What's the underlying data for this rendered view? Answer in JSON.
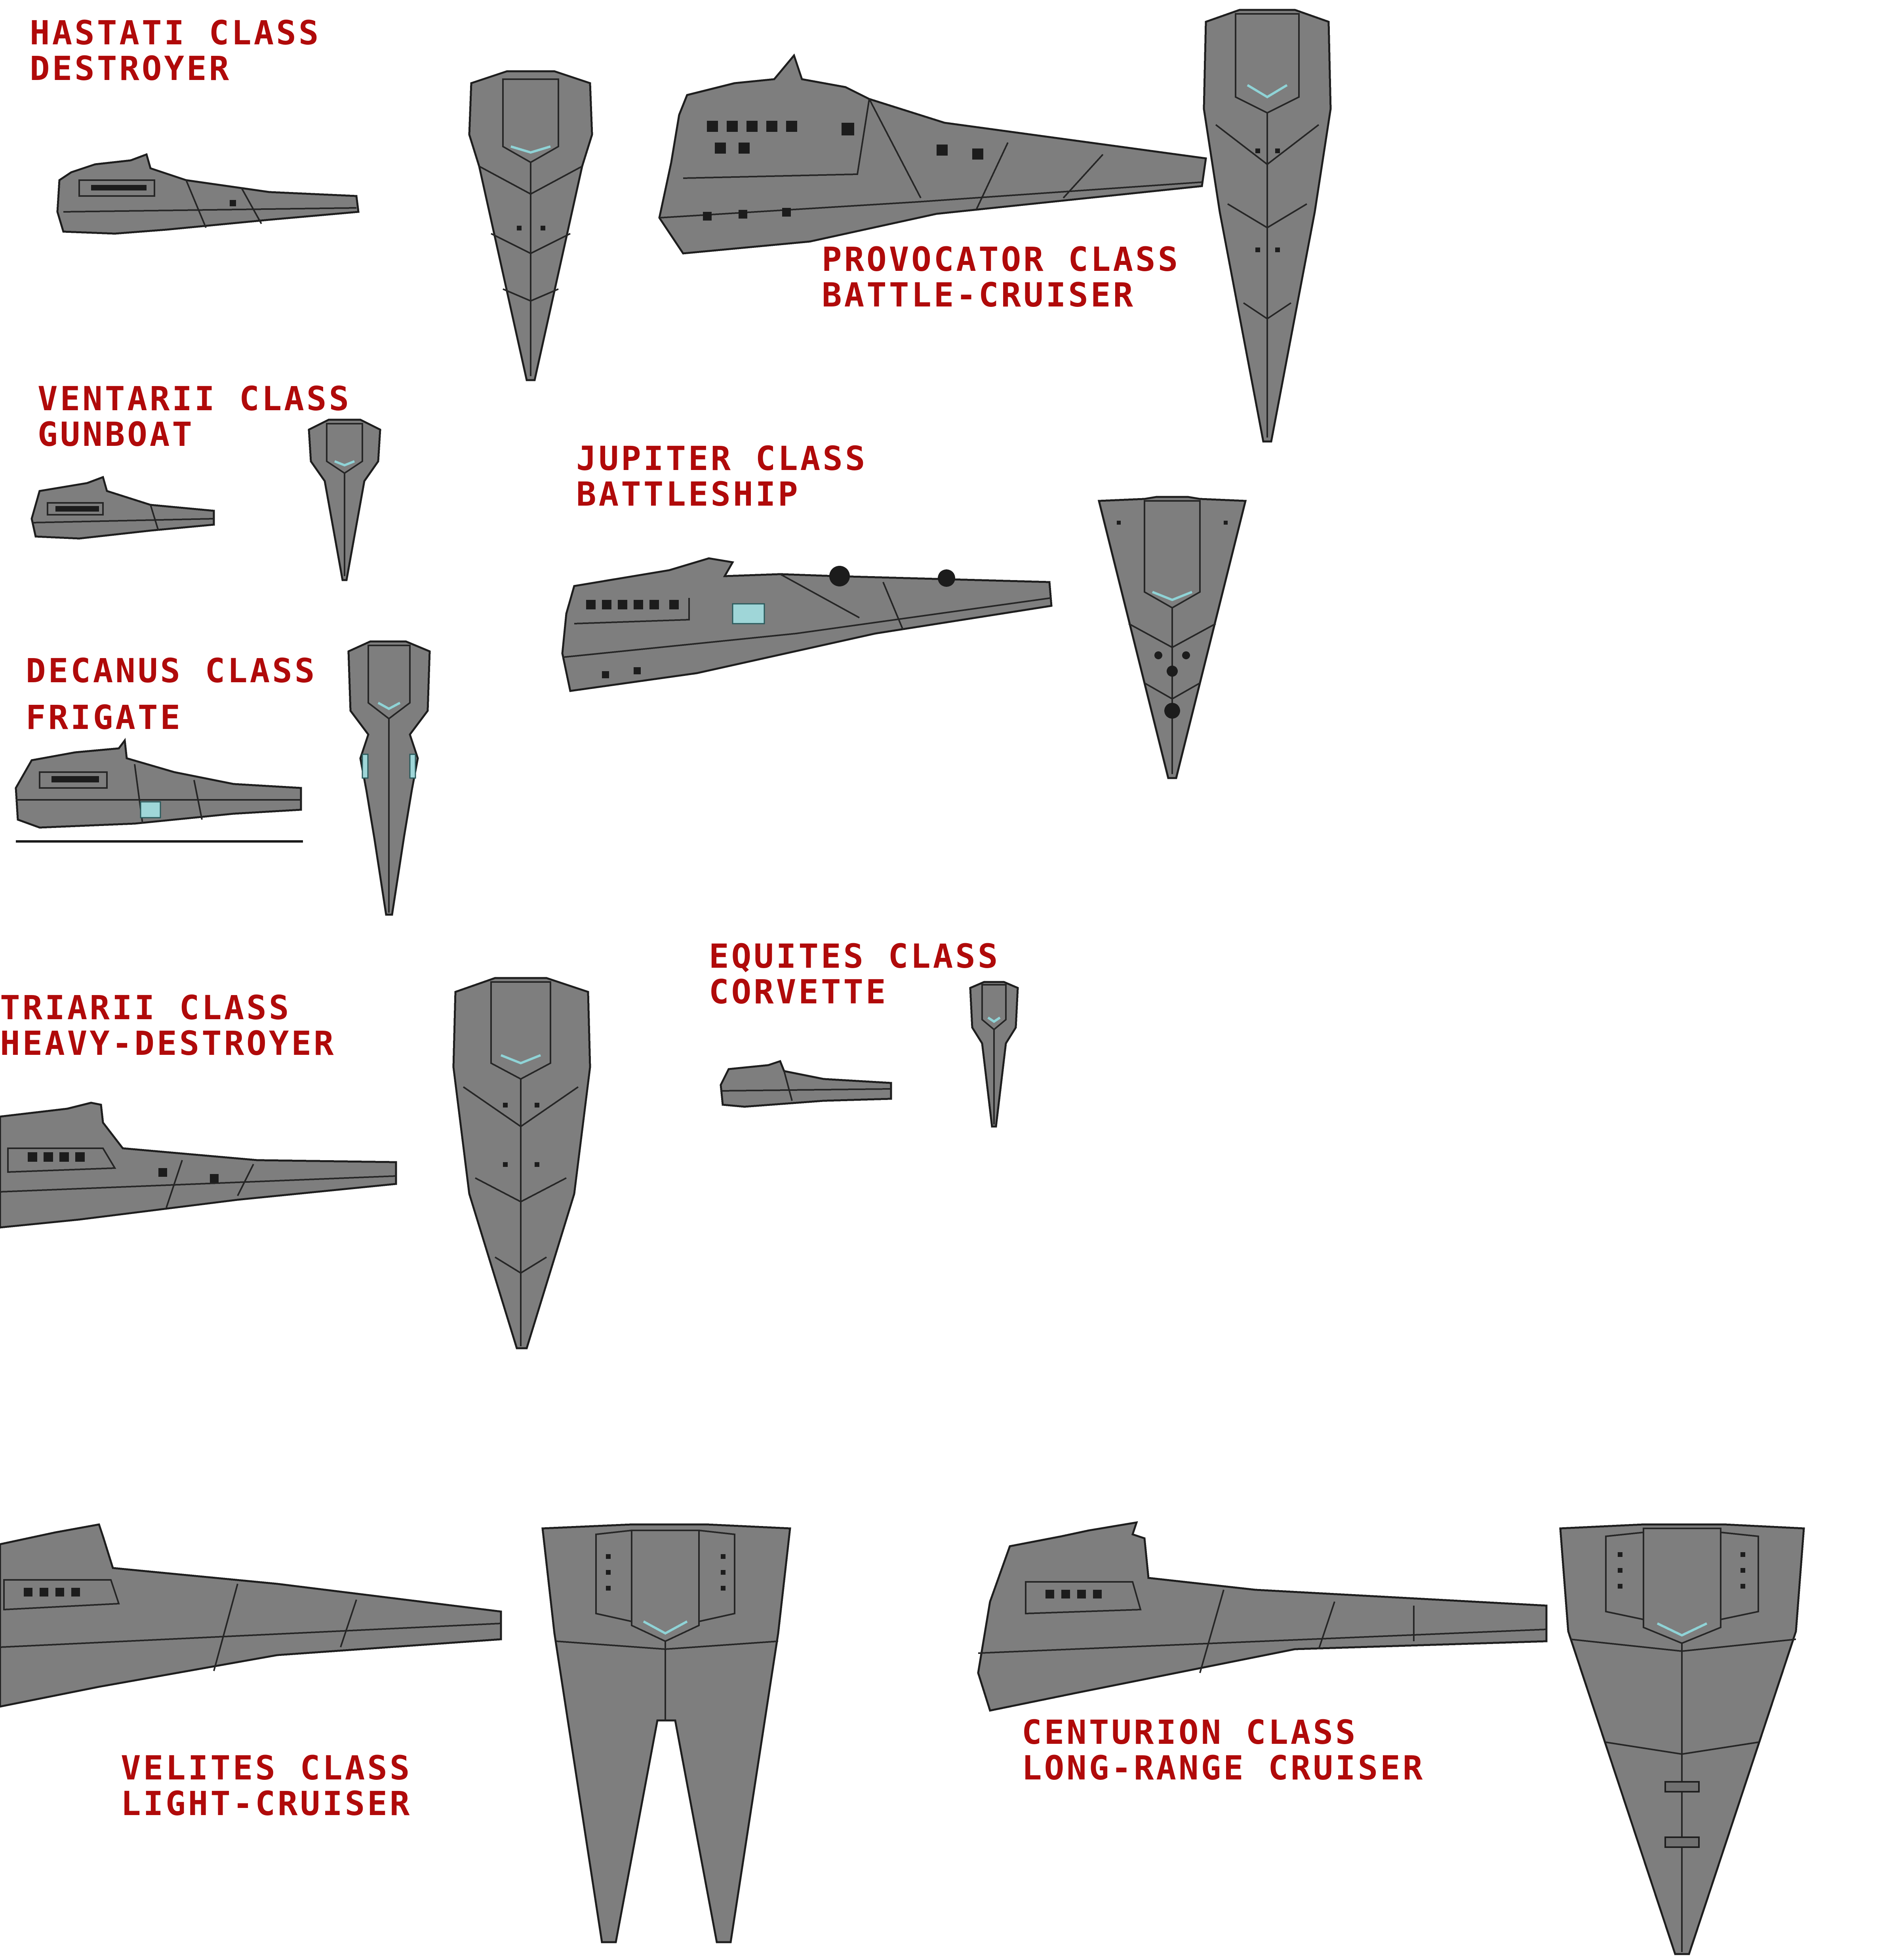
{
  "colors": {
    "label": "#b00a0a",
    "hull": "#7e7e7e",
    "outline": "#1e1e1e",
    "accent": "#9fd6d8",
    "background": "#ffffff"
  },
  "ships": {
    "hastati": {
      "line1": "HASTATI CLASS",
      "line2": "DESTROYER"
    },
    "provocator": {
      "line1": "PROVOCATOR CLASS",
      "line2": "BATTLE-CRUISER"
    },
    "ventarii": {
      "line1": "VENTARII CLASS",
      "line2": "GUNBOAT"
    },
    "jupiter": {
      "line1": "JUPITER CLASS",
      "line2": "BATTLESHIP"
    },
    "decanus": {
      "line1": "DECANUS CLASS",
      "line2": "FRIGATE"
    },
    "triarii": {
      "line1": "TRIARII CLASS",
      "line2": "HEAVY-DESTROYER"
    },
    "equites": {
      "line1": "EQUITES CLASS",
      "line2": "CORVETTE"
    },
    "velites": {
      "line1": "VELITES CLASS",
      "line2": "LIGHT-CRUISER"
    },
    "centurion": {
      "line1": "CENTURION CLASS",
      "line2": "LONG-RANGE CRUISER"
    }
  }
}
